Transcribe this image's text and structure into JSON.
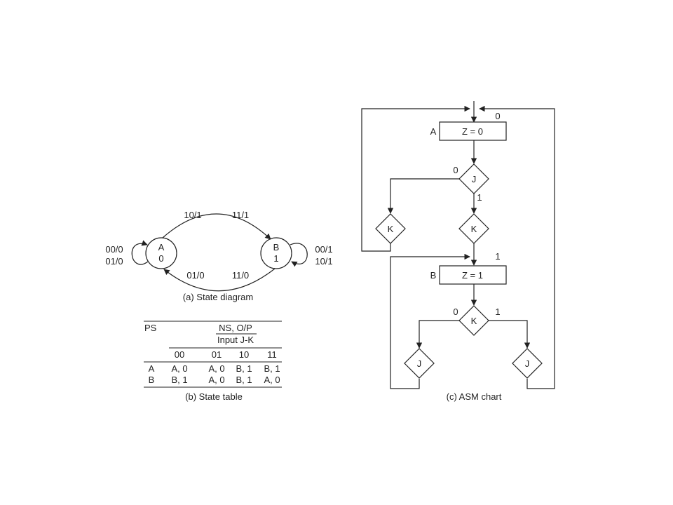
{
  "state_diagram": {
    "state_a": {
      "name": "A",
      "output": "0"
    },
    "state_b": {
      "name": "B",
      "output": "1"
    },
    "arc_top_left": "10/1",
    "arc_top_right": "11/1",
    "arc_bottom_left": "01/0",
    "arc_bottom_right": "11/0",
    "loop_a_1": "00/0",
    "loop_a_2": "01/0",
    "loop_b_1": "00/1",
    "loop_b_2": "10/1",
    "caption": "(a) State diagram"
  },
  "state_table": {
    "ps_header": "PS",
    "ns_header": "NS, O/P",
    "input_header": "Input J-K",
    "columns": [
      "00",
      "01",
      "10",
      "11"
    ],
    "rows": [
      {
        "ps": "A",
        "cells": [
          "A, 0",
          "A, 0",
          "B, 1",
          "B, 1"
        ]
      },
      {
        "ps": "B",
        "cells": [
          "B, 1",
          "A, 0",
          "B, 1",
          "A, 0"
        ]
      }
    ],
    "caption": "(b) State table"
  },
  "asm_chart": {
    "state_a_label": "A",
    "state_a_box": "Z = 0",
    "state_a_code": "0",
    "decision_j1": "J",
    "j1_zero": "0",
    "j1_one": "1",
    "decision_k_left": "K",
    "decision_k_mid": "K",
    "state_b_label": "B",
    "state_b_box": "Z = 1",
    "state_b_code": "1",
    "decision_k2": "K",
    "k2_zero": "0",
    "k2_one": "1",
    "decision_j_left": "J",
    "decision_j_right": "J",
    "caption": "(c) ASM chart"
  }
}
